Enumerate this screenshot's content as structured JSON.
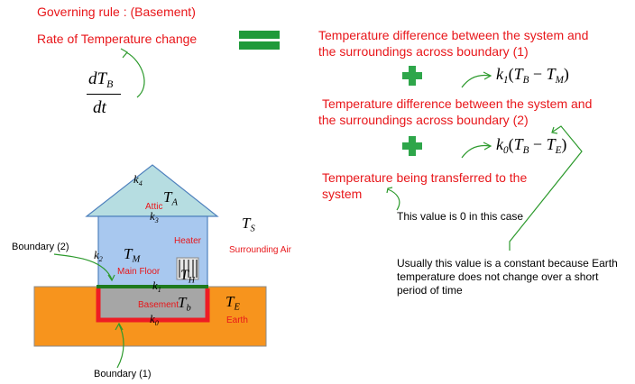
{
  "title": "Governing rule : (Basement)",
  "lhs_label": "Rate of Temperature change",
  "lhs_math": {
    "num": "dT",
    "num_sub": "B",
    "den": "dt"
  },
  "rhs": {
    "term1": "Temperature difference between the system and the surroundings across boundary (1)",
    "term1_line1": "Temperature difference between the system and",
    "term1_line2": "the surroundings across boundary (1)",
    "term1_coef": "k",
    "term1_coef_sub": "1",
    "term1_T": "T",
    "term1_T_sub": "B",
    "term1_minus": "−",
    "term1_T2": "T",
    "term1_T2_sub": "M",
    "term2": "Temperature difference between the system and the surroundings across boundary (2)",
    "term2_line1": "Temperature difference between the system and",
    "term2_line2": "the surroundings across boundary (2)",
    "term2_coef": "k",
    "term2_coef_sub": "0",
    "term2_T": "T",
    "term2_T_sub": "B",
    "term2_minus": "−",
    "term2_T2": "T",
    "term2_T2_sub": "E",
    "term3": "Temperature being transferred to the system",
    "term3_line1": "Temperature being transferred to the",
    "term3_line2": "system"
  },
  "notes": {
    "zero_note": "This value is 0 in this case",
    "constant_note": "Usually this value is a constant because Earth temperature does not change over a short period of time",
    "constant_line1": "Usually this value is a constant because Earth",
    "constant_line2": "temperature does not change over a short",
    "constant_line3": "period of time"
  },
  "house": {
    "attic_label": "Attic",
    "main_floor_label": "Main Floor",
    "basement_label": "Basement",
    "heater_label": "Heater",
    "surrounding_air_label": "Surrounding Air",
    "earth_label": "Earth",
    "boundary2_label": "Boundary (2)",
    "boundary1_label": "Boundary (1)",
    "k4": "k",
    "k4_sub": "4",
    "k3": "k",
    "k3_sub": "3",
    "k2": "k",
    "k2_sub": "2",
    "k1": "k",
    "k1_sub": "1",
    "k0": "k",
    "k0_sub": "0",
    "TA": "T",
    "TA_sub": "A",
    "TM": "T",
    "TM_sub": "M",
    "TH": "T",
    "TH_sub": "H",
    "Tb": "T",
    "Tb_sub": "b",
    "TS": "T",
    "TS_sub": "S",
    "TE": "T",
    "TE_sub": "E"
  },
  "colors": {
    "equals_sign": "#1f9a3a",
    "plus_sign": "#2ea64a",
    "text_red": "#e8161a",
    "roof_fill": "#b6dde1",
    "main_floor_fill": "#a8c8ef",
    "earth_fill": "#f7941d",
    "basement_fill": "#a6a6a6",
    "boundary1_color": "#ee1c24",
    "boundary2_color": "#1e7a1e",
    "arrow_green": "#2d9a2d"
  }
}
